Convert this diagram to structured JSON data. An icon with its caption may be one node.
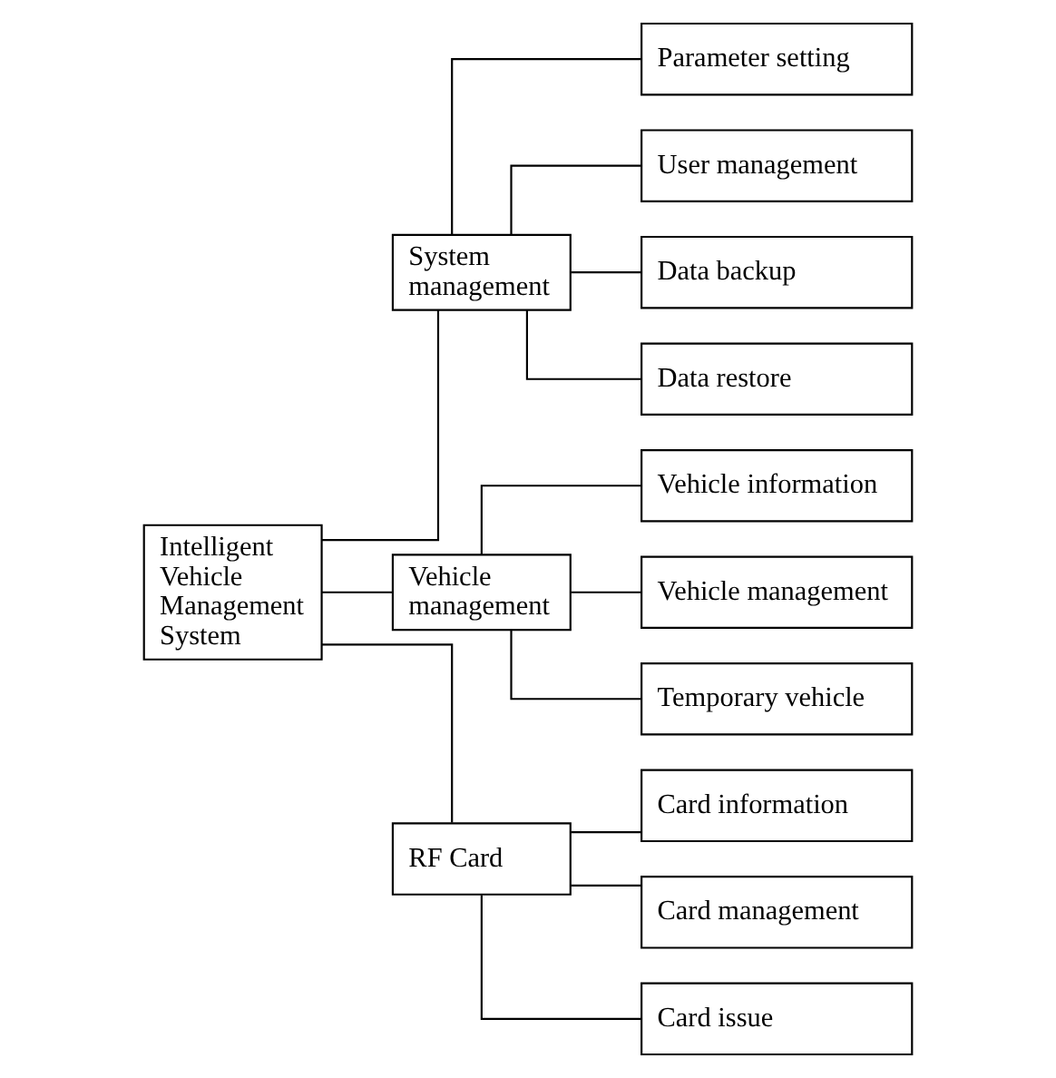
{
  "diagram": {
    "nodes": [
      {
        "text": [
          "Intelligent Vehicle Management System"
        ]
      },
      {
        "text": [
          "System management"
        ]
      },
      {
        "text": [
          "Parameter setting"
        ]
      },
      {
        "text": [
          "User management"
        ]
      },
      {
        "text": [
          "Data backup"
        ]
      },
      {
        "text": [
          "Data restore"
        ]
      },
      {
        "text": [
          "Vehicle management"
        ]
      },
      {
        "text": [
          "Vehicle information"
        ]
      },
      {
        "text": [
          "Vehicle management"
        ]
      },
      {
        "text": [
          "Temporary vehicle"
        ]
      },
      {
        "text": [
          "RF Card"
        ]
      },
      {
        "text": [
          "Card information"
        ]
      },
      {
        "text": [
          "Card management"
        ]
      },
      {
        "text": [
          "Card issue"
        ]
      }
    ],
    "edges": [
      {
        "from": 0,
        "to": 1,
        "arrow": "none"
      },
      {
        "from": 0,
        "to": 6,
        "arrow": "none"
      },
      {
        "from": 0,
        "to": 10,
        "arrow": "none"
      },
      {
        "from": 1,
        "to": 2,
        "arrow": "none"
      },
      {
        "from": 1,
        "to": 3,
        "arrow": "none"
      },
      {
        "from": 1,
        "to": 4,
        "arrow": "none"
      },
      {
        "from": 1,
        "to": 5,
        "arrow": "none"
      },
      {
        "from": 6,
        "to": 7,
        "arrow": "none"
      },
      {
        "from": 6,
        "to": 8,
        "arrow": "none"
      },
      {
        "from": 6,
        "to": 9,
        "arrow": "none"
      },
      {
        "from": 10,
        "to": 11,
        "arrow": "none"
      },
      {
        "from": 10,
        "to": 12,
        "arrow": "none"
      },
      {
        "from": 10,
        "to": 13,
        "arrow": "none"
      }
    ]
  }
}
